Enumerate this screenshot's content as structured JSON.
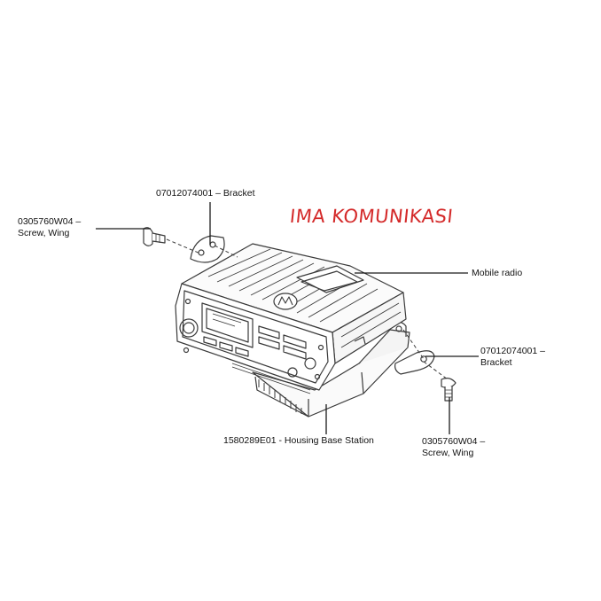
{
  "watermark": {
    "text": "IMA KOMUNIKASI",
    "color": "#d42a2a"
  },
  "labels": {
    "bracket_top": "07012074001 – Bracket",
    "screw_left_line1": "0305760W04 –",
    "screw_left_line2": "Screw, Wing",
    "mobile_radio": "Mobile radio",
    "bracket_right_line1": "07012074001 –",
    "bracket_right_line2": "Bracket",
    "housing": "1580289E01 - Housing Base Station",
    "screw_right_line1": "0305760W04 –",
    "screw_right_line2": "Screw, Wing"
  },
  "colors": {
    "line": "#1a1a1a",
    "drawing": "#3a3a3a",
    "label": "#111111"
  },
  "icons": {
    "brand_logo": "motorola-logo-icon"
  }
}
